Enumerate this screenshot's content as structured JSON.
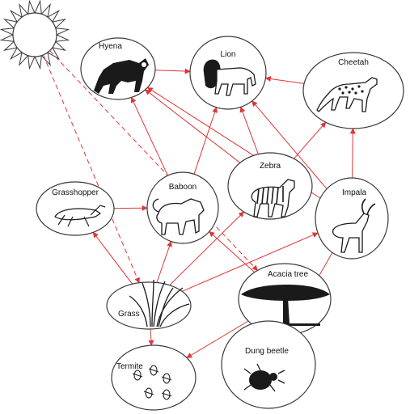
{
  "colors": {
    "arrow": "#e03535",
    "outline": "#3a3a3a",
    "silhouette": "#1a1a1a"
  },
  "nodes": {
    "hyena": "Hyena",
    "lion": "Lion",
    "cheetah": "Cheetah",
    "grasshopper": "Grasshopper",
    "baboon": "Baboon",
    "zebra": "Zebra",
    "impala": "Impala",
    "acacia": "Acacia tree",
    "grass": "Grass",
    "termite": "Termite",
    "dung_beetle": "Dung beetle"
  },
  "icons": [
    "sun-icon",
    "hyena-icon",
    "lion-icon",
    "cheetah-icon",
    "grasshopper-icon",
    "baboon-icon",
    "zebra-icon",
    "impala-icon",
    "acacia-tree-icon",
    "grass-icon",
    "termite-icon",
    "dung-beetle-icon"
  ],
  "energy_links": [
    [
      "grass",
      "grasshopper"
    ],
    [
      "grass",
      "baboon"
    ],
    [
      "grass",
      "zebra"
    ],
    [
      "grass",
      "impala"
    ],
    [
      "grass",
      "termite"
    ],
    [
      "grasshopper",
      "baboon"
    ],
    [
      "baboon",
      "hyena"
    ],
    [
      "baboon",
      "lion"
    ],
    [
      "zebra",
      "hyena"
    ],
    [
      "zebra",
      "lion"
    ],
    [
      "zebra",
      "cheetah"
    ],
    [
      "impala",
      "hyena"
    ],
    [
      "impala",
      "lion"
    ],
    [
      "impala",
      "cheetah"
    ],
    [
      "impala",
      "dung_beetle"
    ],
    [
      "hyena",
      "lion"
    ],
    [
      "cheetah",
      "lion"
    ],
    [
      "acacia",
      "baboon"
    ],
    [
      "acacia",
      "termite"
    ]
  ],
  "sunlight_links": [
    [
      "sun",
      "grass"
    ],
    [
      "sun",
      "acacia"
    ]
  ]
}
